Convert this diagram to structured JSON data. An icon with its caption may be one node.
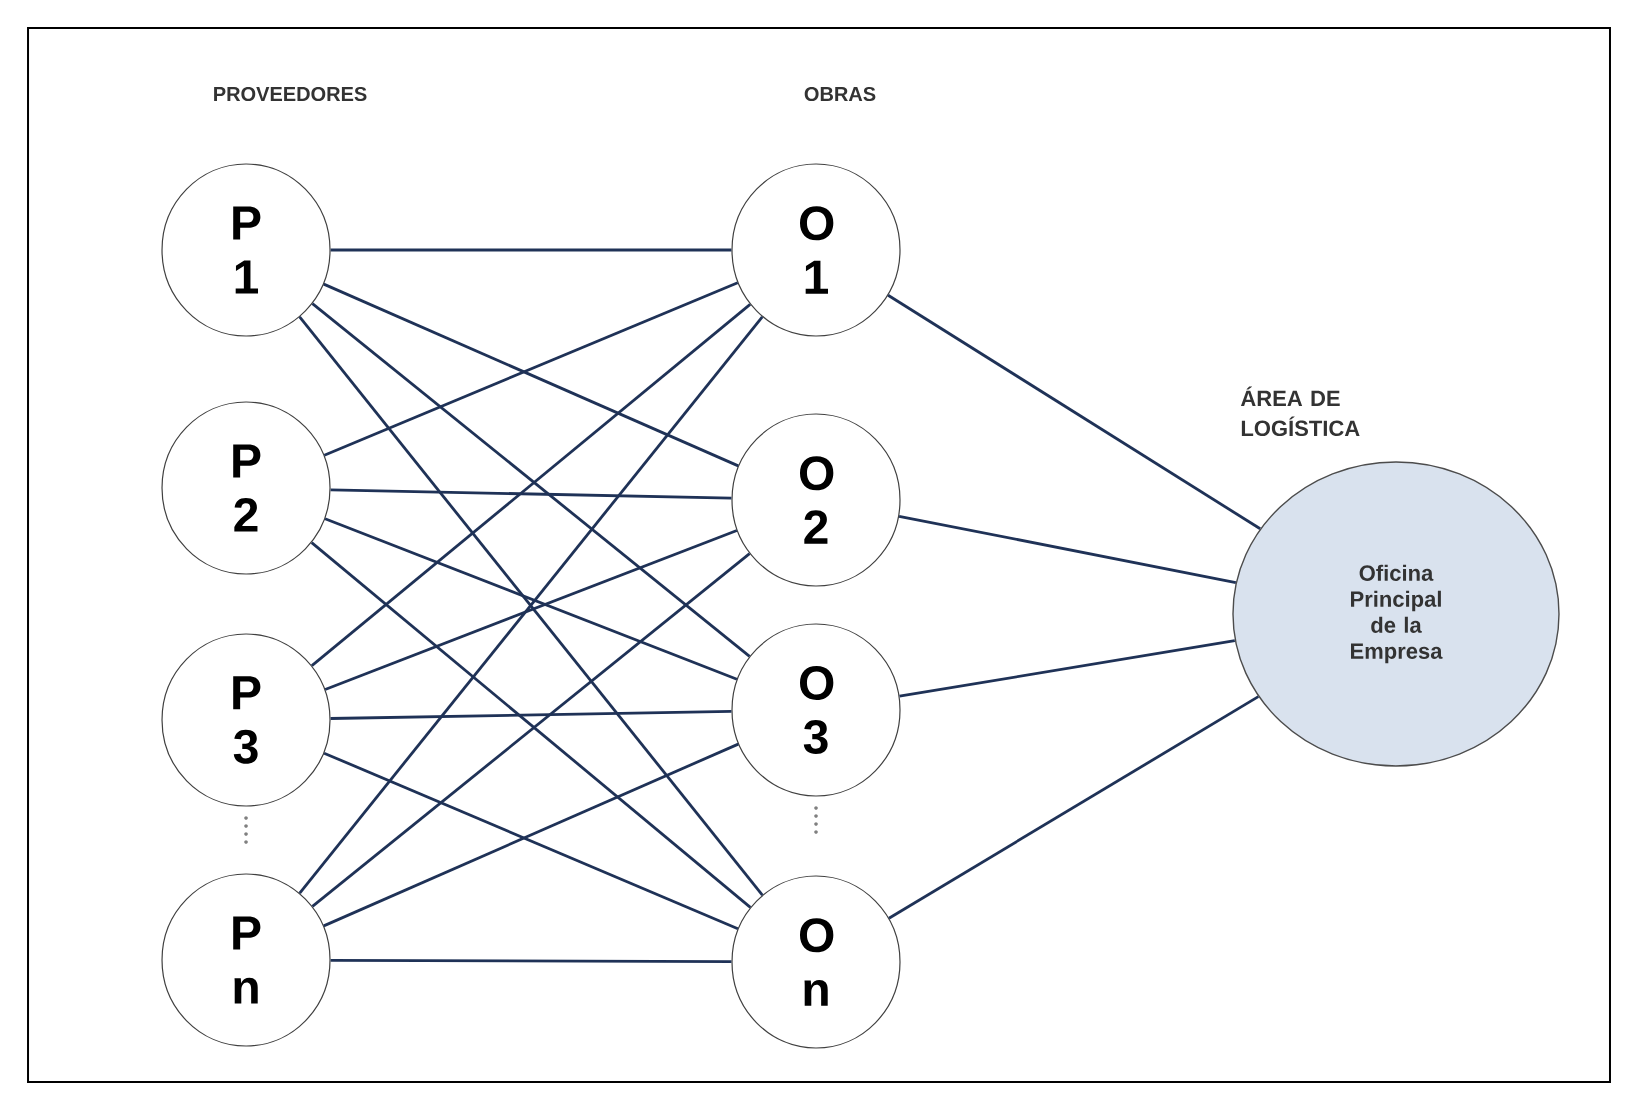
{
  "diagram": {
    "nodes": [
      {
        "text": [
          "P 1"
        ]
      },
      {
        "text": [
          "P 2"
        ]
      },
      {
        "text": [
          "P 3"
        ]
      },
      {
        "text": [
          "P n"
        ]
      },
      {
        "text": [
          "O 1"
        ]
      },
      {
        "text": [
          "O 2"
        ]
      },
      {
        "text": [
          "O 3"
        ]
      },
      {
        "text": [
          "O n"
        ]
      },
      {
        "text": [
          "Oficina Principal de la Empresa"
        ],
        "beside": [
          "ÁREA DE LOGÍSTICA"
        ]
      }
    ],
    "edges": [
      {
        "from": 0,
        "to": 4,
        "arrow": "none"
      },
      {
        "from": 0,
        "to": 5,
        "arrow": "none"
      },
      {
        "from": 0,
        "to": 6,
        "arrow": "none"
      },
      {
        "from": 0,
        "to": 7,
        "arrow": "none"
      },
      {
        "from": 1,
        "to": 4,
        "arrow": "none"
      },
      {
        "from": 1,
        "to": 5,
        "arrow": "none"
      },
      {
        "from": 1,
        "to": 6,
        "arrow": "none"
      },
      {
        "from": 1,
        "to": 7,
        "arrow": "none"
      },
      {
        "from": 2,
        "to": 4,
        "arrow": "none"
      },
      {
        "from": 2,
        "to": 5,
        "arrow": "none"
      },
      {
        "from": 2,
        "to": 6,
        "arrow": "none"
      },
      {
        "from": 2,
        "to": 7,
        "arrow": "none"
      },
      {
        "from": 3,
        "to": 4,
        "arrow": "none"
      },
      {
        "from": 3,
        "to": 5,
        "arrow": "none"
      },
      {
        "from": 3,
        "to": 6,
        "arrow": "none"
      },
      {
        "from": 3,
        "to": 7,
        "arrow": "none"
      },
      {
        "from": 4,
        "to": 8,
        "arrow": "none"
      },
      {
        "from": 5,
        "to": 8,
        "arrow": "none"
      },
      {
        "from": 6,
        "to": 8,
        "arrow": "none"
      },
      {
        "from": 7,
        "to": 8,
        "arrow": "none"
      }
    ],
    "labels": [
      "PROVEEDORES",
      "OBRAS"
    ]
  }
}
